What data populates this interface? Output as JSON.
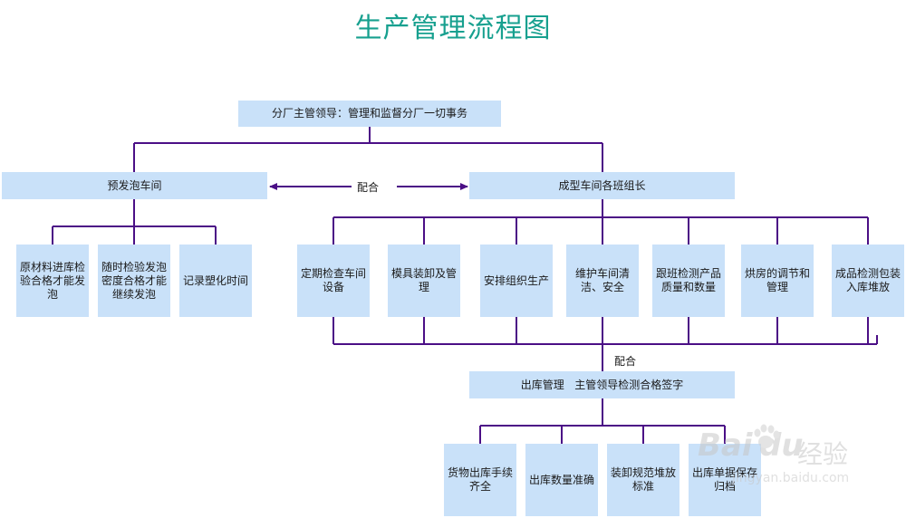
{
  "title": "生产管理流程图",
  "colors": {
    "title": "#17a08f",
    "box": "#c9e1f9",
    "line": "#4b0f86"
  },
  "nodes": {
    "top": "分厂主管领导：管理和监督分厂一切事务",
    "pre_foam": "预发泡车间",
    "molding": "成型车间各班组长",
    "coop1": "配合",
    "pf1": "原材料进库检验合格才能发泡",
    "pf2": "随时检验发泡密度合格才能继续发泡",
    "pf3": "记录塑化时间",
    "m1": "定期检查车间设备",
    "m2": "模具装卸及管理",
    "m3": "安排组织生产",
    "m4": "维护车间清洁、安全",
    "m5": "跟班检测产品质量和数量",
    "m6": "烘房的调节和管理",
    "m7": "成品检测包装入库堆放",
    "coop2": "配合",
    "outbound": "出库管理   主管领导检测合格签字",
    "o1": "货物出库手续齐全",
    "o2": "出库数量准确",
    "o3": "装卸规范堆放标准",
    "o4": "出库单据保存归档"
  },
  "watermark": {
    "brand": "Bai",
    "brand2": "du",
    "cn": "经验",
    "url": "jingyan.baidu.com"
  }
}
